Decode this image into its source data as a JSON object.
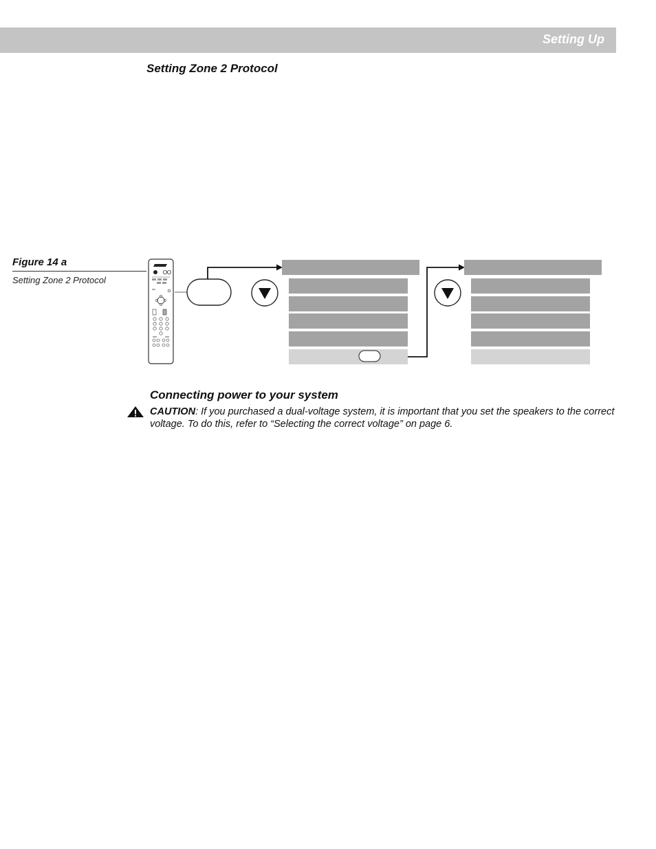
{
  "header": {
    "title": "Setting Up"
  },
  "section1": {
    "title": "Setting Zone 2 Protocol"
  },
  "figure": {
    "label": "Figure 14 a",
    "caption": "Setting Zone 2 Protocol",
    "icons": {
      "remote": "remote-control-icon",
      "down_arrow": "down-arrow-button-icon"
    }
  },
  "section2": {
    "title": "Connecting power to your system",
    "caution_label": "CAUTION",
    "caution_text": ":  If you purchased a dual-voltage system, it is important that you set the speakers to the correct voltage. To do this, refer to “Selecting the correct voltage” on page 6.",
    "icon": "warning-triangle-icon"
  },
  "colors": {
    "header_bar": "#c4c4c4",
    "menu_dark": "#a3a3a3",
    "menu_light": "#d4d4d4"
  }
}
